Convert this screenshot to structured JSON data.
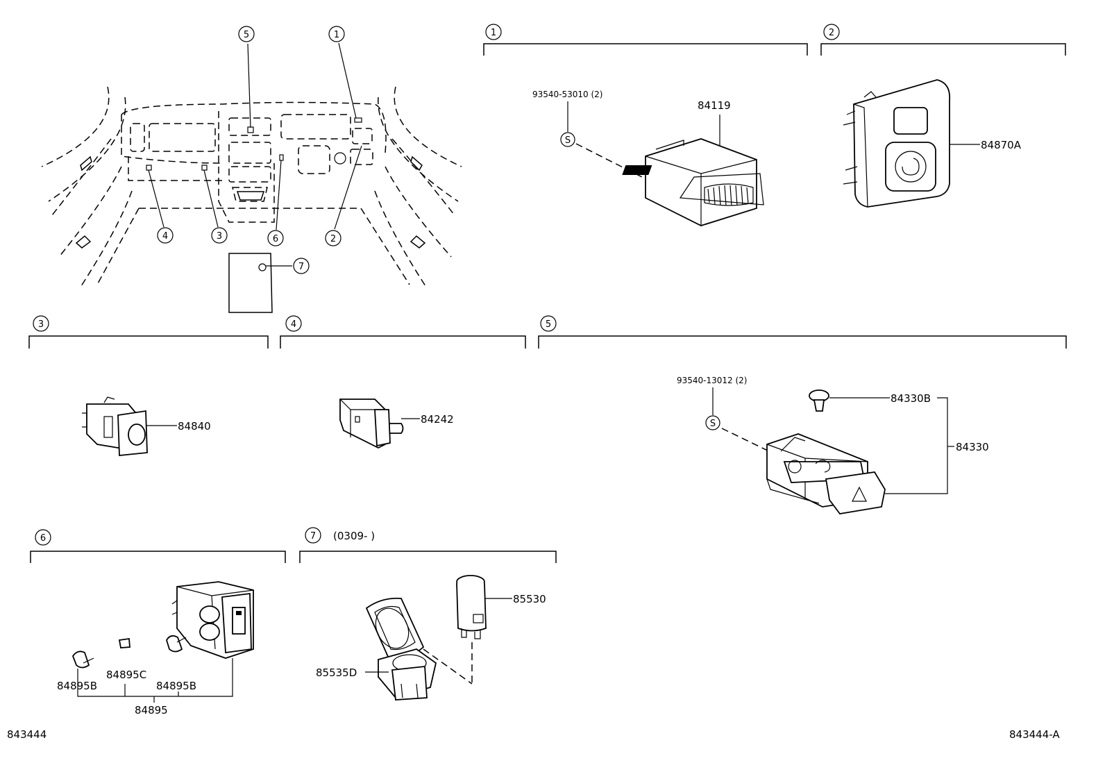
{
  "overview": {
    "callouts": [
      "5",
      "1",
      "4",
      "3",
      "6",
      "2",
      "7"
    ]
  },
  "sections": [
    {
      "num": "1",
      "parts": [
        "93540-53010 (2)",
        "84119"
      ]
    },
    {
      "num": "2",
      "parts": [
        "84870A"
      ]
    },
    {
      "num": "3",
      "parts": [
        "84840"
      ]
    },
    {
      "num": "4",
      "parts": [
        "84242"
      ]
    },
    {
      "num": "5",
      "parts": [
        "93540-13012 (2)",
        "84330B",
        "84330"
      ]
    },
    {
      "num": "6",
      "parts": [
        "84895B",
        "84895C",
        "84895B",
        "84895"
      ]
    },
    {
      "num": "7",
      "note": "(0309-        )",
      "parts": [
        "85530",
        "85535D"
      ]
    }
  ],
  "screw_symbol": "S",
  "footer": {
    "left": "843444",
    "right": "843444-A"
  }
}
